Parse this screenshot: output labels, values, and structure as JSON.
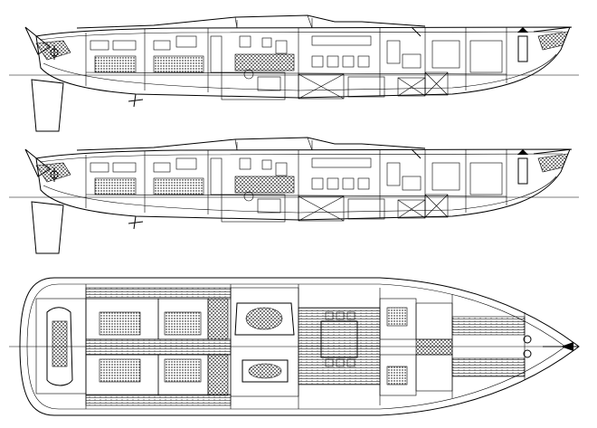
{
  "views": [
    {
      "id": "profile-upper",
      "kind": "elevation"
    },
    {
      "id": "profile-lower",
      "kind": "elevation"
    },
    {
      "id": "deck-plan",
      "kind": "plan"
    }
  ],
  "colors": {
    "ink": "#000000",
    "paper": "#ffffff"
  }
}
